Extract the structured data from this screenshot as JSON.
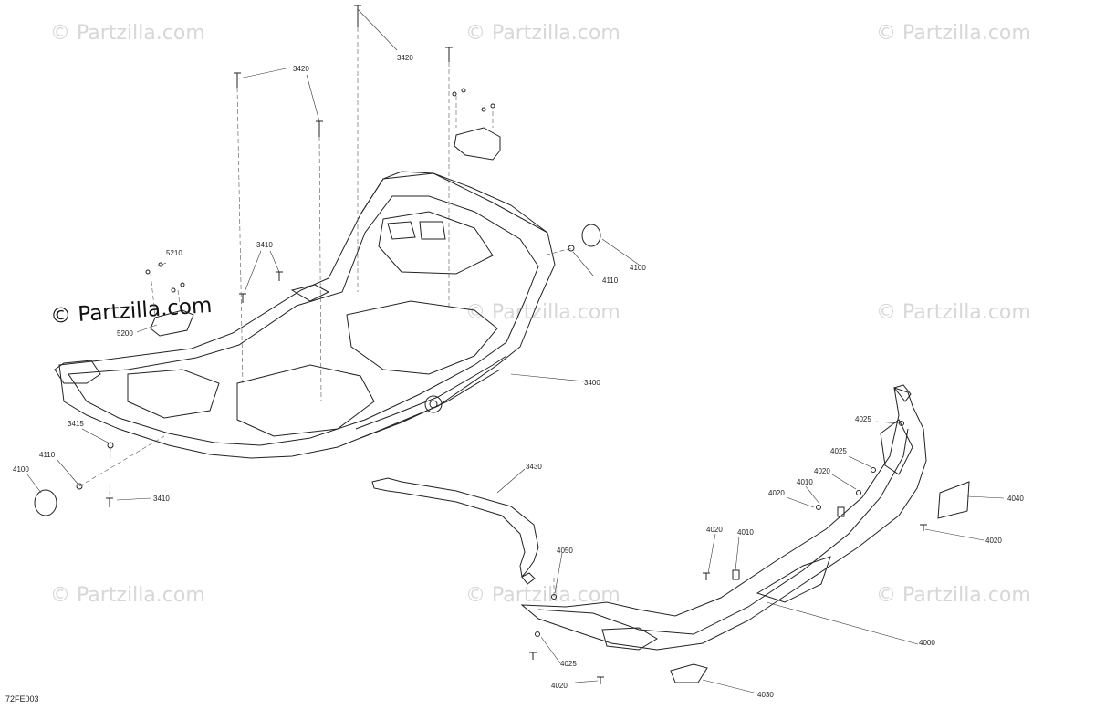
{
  "watermark": {
    "text": "© Partzilla.com"
  },
  "diagram_ref": "72FE003",
  "callouts": {
    "c3420a": "3420",
    "c3420b": "3420",
    "c5210": "5210",
    "c3410a": "3410",
    "c5200": "5200",
    "c4100a": "4100",
    "c4110a": "4110",
    "c3400": "3400",
    "c3415": "3415",
    "c4110b": "4110",
    "c4100b": "4100",
    "c3410b": "3410",
    "c3430": "3430",
    "c4025a": "4025",
    "c4025b": "4025",
    "c4020a": "4020",
    "c4010a": "4010",
    "c4020b": "4020",
    "c4040": "4040",
    "c4020c": "4020",
    "c4020d": "4020",
    "c4010b": "4010",
    "c4050": "4050",
    "c4000": "4000",
    "c4025c": "4025",
    "c4020e": "4020",
    "c4030": "4030"
  }
}
